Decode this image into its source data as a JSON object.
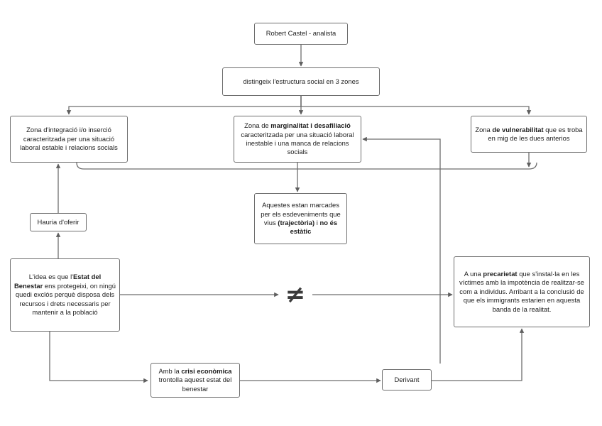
{
  "diagram": {
    "title": "Robert Castel - analista",
    "nodes": {
      "robert": {
        "label": "Robert Castel - analista"
      },
      "distingeix": {
        "label": "distingeix l'estructura social en 3 zones"
      },
      "integracio": {
        "line1": "Zona d'integració i/o inserció",
        "line2": "caracteritzada per una situació",
        "line3": "laboral estable i relacions socials"
      },
      "marginalitat": {
        "pre": "Zona de ",
        "bold1": "marginalitat i",
        "bold2": "desafiliació",
        "rest": " caracteritzada per una situació laboral inestable i una manca de relacions socials"
      },
      "vulnerabilitat": {
        "pre": "Zona ",
        "bold": "de vulnerabilitat",
        "rest": "que es troba en mig de les dues anterios"
      },
      "aquestes": {
        "pre": "Aquestes estan marcades per els esdeveniments que vius ",
        "bold1": "(trajectòria)",
        "mid": " i ",
        "bold2": "no és estàtic"
      },
      "hauria": {
        "label": "Hauria d'oferir"
      },
      "idea": {
        "pre": "L'idea es que l'",
        "bold": "Estat del Benestar",
        "rest": " ens protegeixi, on ningú quedi exclós perquè disposa dels recursos i drets necessaris per mantenir a la població"
      },
      "precarietat": {
        "pre": "A una ",
        "bold": "precarietat",
        "rest": " que s'instal·la en les víctimes amb la impotència de realitzar-se com a individus. Arribant a la conclusió de que els immigrants estarien en aquesta banda de la realitat."
      },
      "crisi": {
        "pre": "Amb la ",
        "bold": "crisi econòmica",
        "rest": " trontolla aquest estat del benestar"
      },
      "derivant": {
        "label": "Derivant"
      }
    },
    "annotations": {
      "not_equal": "≠"
    },
    "colors": {
      "stroke": "#6e6e6e",
      "text": "#1c1c1c",
      "background": "#ffffff",
      "symbol": "#3b3b3b"
    }
  }
}
